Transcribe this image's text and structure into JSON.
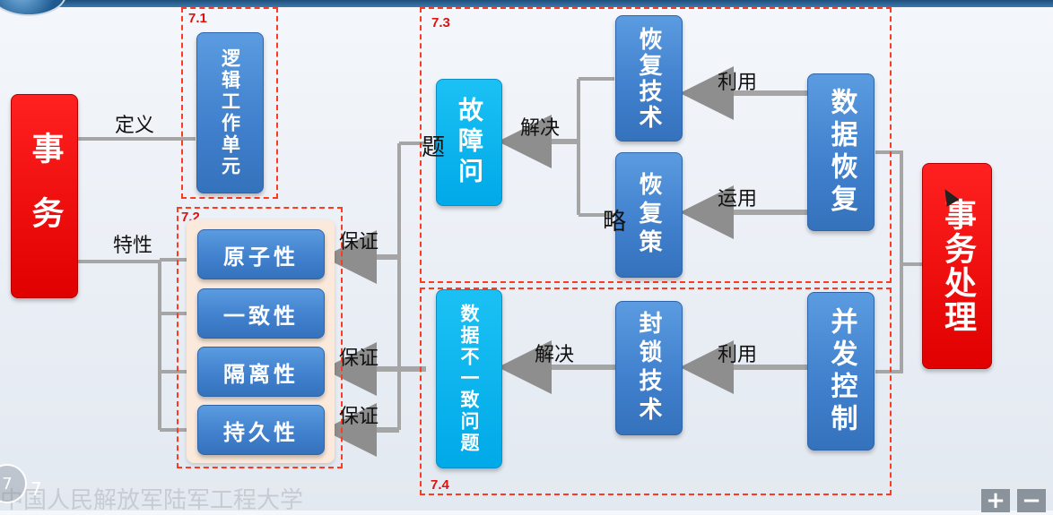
{
  "sections": [
    "7.1",
    "7.2",
    "7.3",
    "7.4"
  ],
  "nodes": {
    "transaction": "事务",
    "logic_unit": "逻辑工作单元",
    "atomicity": "原子性",
    "consistency": "一致性",
    "isolation": "隔离性",
    "durability": "持久性",
    "failure_problem_a": "故障问",
    "failure_problem_b": "题",
    "recovery_tech": "恢复技术",
    "recovery_strategy_a": "恢复策",
    "recovery_strategy_b": "略",
    "data_recovery": "数据恢复",
    "inconsistency_problem": "数据不一致问题",
    "locking_tech": "封锁技术",
    "concurrency_control": "并发控制",
    "transaction_processing": "事务处理"
  },
  "edge_labels": {
    "define": "定义",
    "property": "特性",
    "guarantee_1": "保证",
    "guarantee_2": "保证",
    "guarantee_3": "保证",
    "solve_1": "解决",
    "solve_2": "解决",
    "use_1": "利用",
    "apply": "运用",
    "use_2": "利用"
  },
  "footer": {
    "page_circle": "7",
    "page_number": "7",
    "institution": "中国人民解放军陆军工程大学",
    "zoom_in": "+",
    "zoom_out": "−"
  },
  "colors": {
    "box_blue": "#3f7fcc",
    "box_cyan": "#00a9e8",
    "box_red": "#e00000",
    "dashed_border": "#ff3b1f",
    "section_label": "#e01010"
  }
}
